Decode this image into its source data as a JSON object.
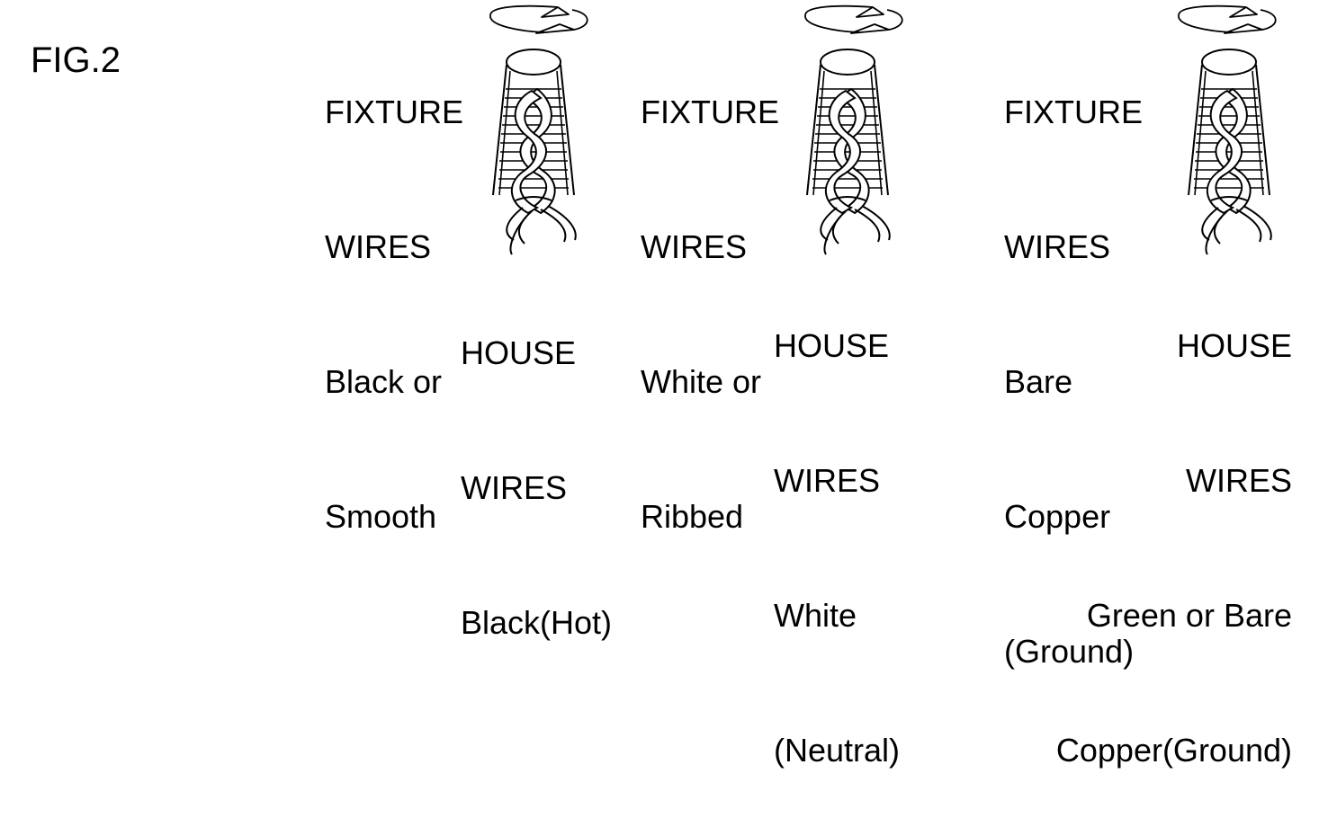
{
  "figure_label": "FIG.2",
  "connections": [
    {
      "fixture_lines": [
        "FIXTURE",
        "WIRES",
        "Black or",
        "Smooth"
      ],
      "house_lines": [
        "HOUSE",
        "WIRES",
        "Black(Hot)"
      ]
    },
    {
      "fixture_lines": [
        "FIXTURE",
        "WIRES",
        "White or",
        "Ribbed"
      ],
      "house_lines": [
        "HOUSE",
        "WIRES",
        "White",
        "(Neutral)"
      ]
    },
    {
      "fixture_lines": [
        "FIXTURE",
        "WIRES",
        "Bare",
        "Copper",
        "(Ground)"
      ],
      "house_lines": [
        "HOUSE",
        "WIRES",
        "Green or Bare",
        "Copper(Ground)"
      ]
    }
  ],
  "icons": {
    "rotation": "rotation-arrow-icon",
    "connector": "wire-nut-icon"
  },
  "colors": {
    "ink": "#000000",
    "background": "#ffffff"
  }
}
